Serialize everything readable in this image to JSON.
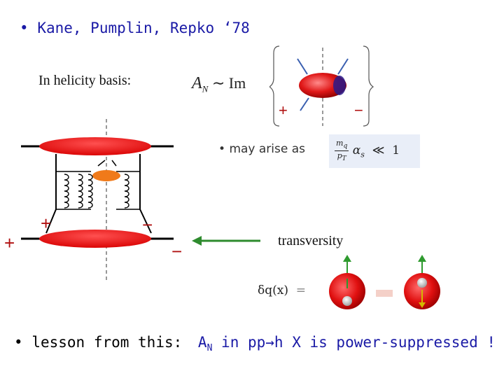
{
  "header": {
    "bullet": "•",
    "text": "Kane, Pumplin, Repko ‘78"
  },
  "helicity": {
    "label": "In helicity basis:"
  },
  "formula": {
    "A": "A",
    "sub": "N",
    "sim": "∼",
    "im": "Im",
    "plus": "+",
    "minus": "−"
  },
  "arise": {
    "bullet": "•",
    "text": "may arise as"
  },
  "box": {
    "num": "m",
    "num_sub": "q",
    "den": "p",
    "den_sub": "T",
    "alpha": "α",
    "alpha_sub": "s",
    "rel": "≪",
    "one": "1"
  },
  "diagram": {
    "plus_left": "+",
    "plus_inner": "+",
    "minus_inner": "−",
    "minus_outer": "−"
  },
  "transversity": {
    "label": "transversity"
  },
  "dq": {
    "lhs": "δq(x)",
    "eq": "="
  },
  "bottom": {
    "bullet": "•",
    "lesson": "lesson from this:",
    "a": "A",
    "a_sub": "N",
    "in": "in pp",
    "arrow": "→",
    "rest": "h X is power-suppressed !"
  },
  "colors": {
    "accent": "#1a1aa6",
    "red": "#e02020",
    "green": "#2e8b2e",
    "box": "#e9eef8"
  }
}
